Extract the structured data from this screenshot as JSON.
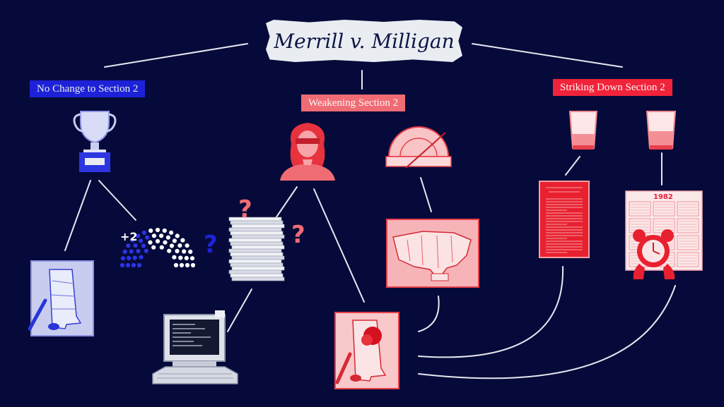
{
  "title": "Merrill v. Milligan",
  "branches": {
    "no_change": {
      "label": "No Change to Section 2",
      "color": "#1d22d8"
    },
    "weakening": {
      "label": "Weakening Section 2",
      "color": "#f06c74"
    },
    "striking_down": {
      "label": "Striking Down Section 2",
      "color": "#f0233a"
    }
  },
  "seat_badge": "+2",
  "calendar_year": "1982",
  "question_mark": "?",
  "icons": [
    "trophy-icon",
    "seat-chart-icon",
    "alabama-map-icon",
    "paper-stack-icon",
    "computer-icon",
    "blindfolded-woman-icon",
    "protractor-icon",
    "us-map-icon",
    "alabama-red-map-icon",
    "glass-icon",
    "document-icon",
    "calendar-icon",
    "alarm-clock-icon"
  ]
}
